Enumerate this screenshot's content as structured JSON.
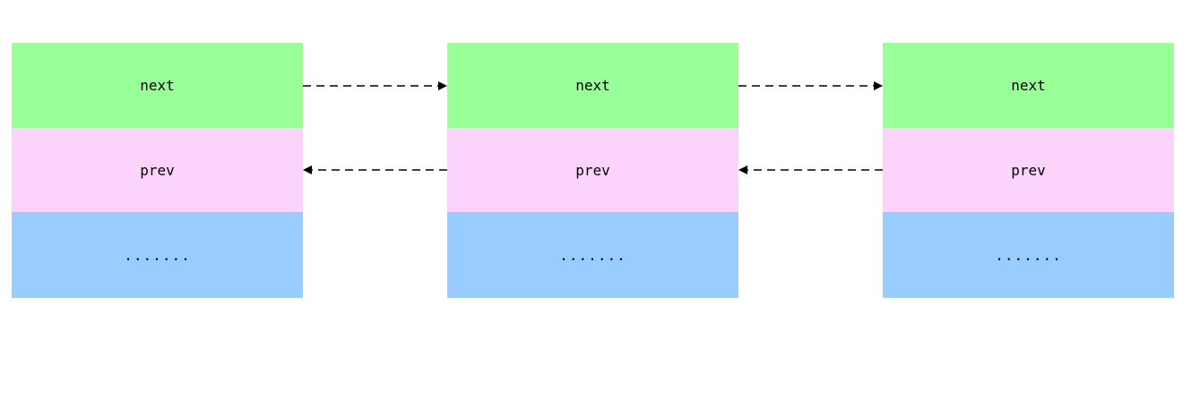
{
  "colors": {
    "next_fill": "#99ff99",
    "prev_fill": "#fbd3fb",
    "data_fill": "#99ccff",
    "arrow": "#000000"
  },
  "nodes": [
    {
      "next": "next",
      "prev": "prev",
      "data": "......."
    },
    {
      "next": "next",
      "prev": "prev",
      "data": "......."
    },
    {
      "next": "next",
      "prev": "prev",
      "data": "......."
    }
  ],
  "links": [
    {
      "from": 0,
      "to": 1,
      "field": "next",
      "style": "dashed"
    },
    {
      "from": 1,
      "to": 2,
      "field": "next",
      "style": "dashed"
    },
    {
      "from": 1,
      "to": 0,
      "field": "prev",
      "style": "dashed"
    },
    {
      "from": 2,
      "to": 1,
      "field": "prev",
      "style": "dashed"
    }
  ]
}
